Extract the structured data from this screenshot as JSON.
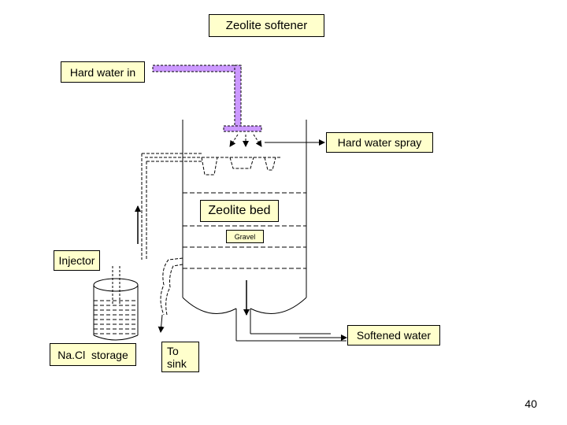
{
  "title": "Zeolite softener",
  "labels": {
    "hard_water_in": "Hard water in",
    "hard_water_spray": "Hard water spray",
    "zeolite_bed": "Zeolite bed",
    "gravel": "Gravel",
    "injector": "Injector",
    "softened_water": "Softened water",
    "nacl_storage": "Na.Cl  storage",
    "to_sink": "To\nsink"
  },
  "page_number": "40",
  "colors": {
    "label_fill": "#ffffcc",
    "inlet_pipe": "#cc99ff"
  }
}
